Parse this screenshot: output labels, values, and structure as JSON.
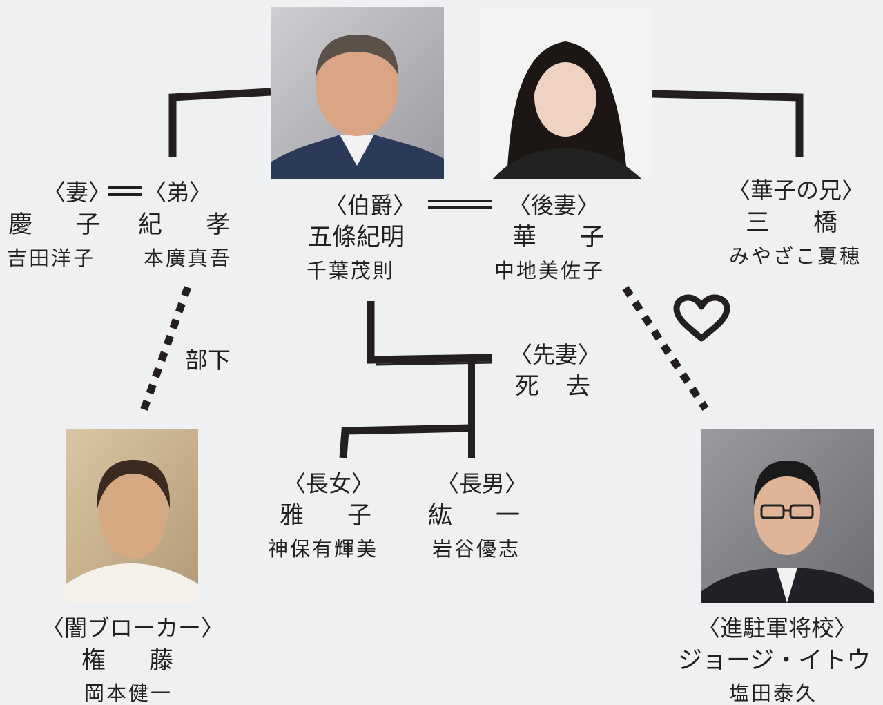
{
  "colors": {
    "background": "#eef0f1",
    "line": "#231f20"
  },
  "relations": {
    "subordinate": "部下",
    "deceased_first_wife_role": "〈先妻〉",
    "deceased_first_wife_status": "死　去",
    "love_symbol": "heart-icon"
  },
  "people": {
    "wife_keiko": {
      "role": "〈妻〉",
      "character": "慶　子",
      "actor": "吉田洋子"
    },
    "brother_noritaka": {
      "role": "〈弟〉",
      "character": "紀　孝",
      "actor": "本廣真吾"
    },
    "count": {
      "role": "〈伯爵〉",
      "character": "五條紀明",
      "actor": "千葉茂則"
    },
    "second_wife": {
      "role": "〈後妻〉",
      "character": "華　子",
      "actor": "中地美佐子"
    },
    "hanako_brother": {
      "role": "〈華子の兄〉",
      "character": "三　橋",
      "actor": "みやざこ夏穂"
    },
    "broker": {
      "role": "〈闇ブローカー〉",
      "character": "権　藤",
      "actor": "岡本健一"
    },
    "eldest_daughter": {
      "role": "〈長女〉",
      "character": "雅　子",
      "actor": "神保有輝美"
    },
    "eldest_son": {
      "role": "〈長男〉",
      "character": "紘　一",
      "actor": "岩谷優志"
    },
    "officer": {
      "role": "〈進駐軍将校〉",
      "character": "ジョージ・イトウ",
      "actor": "塩田泰久"
    }
  }
}
